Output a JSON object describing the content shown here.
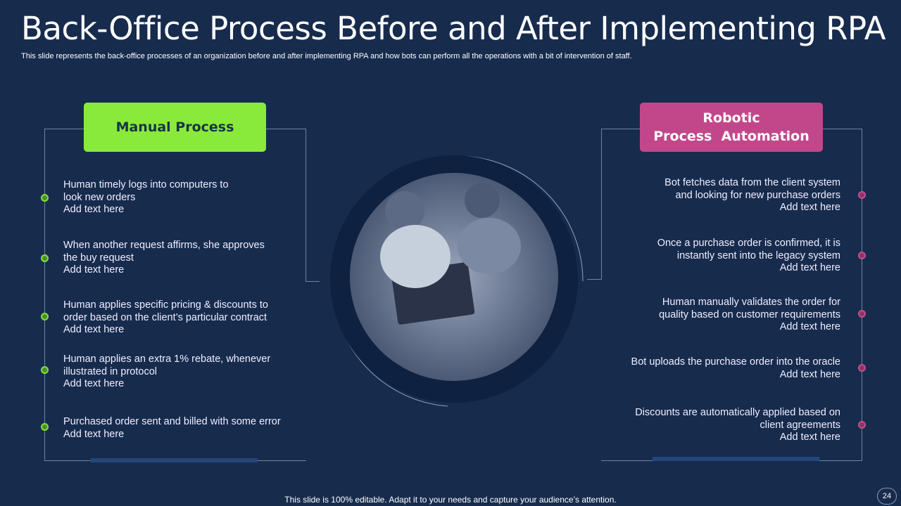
{
  "title": "Back-Office Process Before and After Implementing RPA",
  "subtitle": "This slide represents the back-office processes of an organization before and after implementing RPA and how bots can perform all the operations with a bit of intervention of staff.",
  "manual": {
    "header": "Manual Process",
    "items": [
      {
        "line1": "Human timely logs into computers to",
        "line2": "look new orders",
        "line3": "Add text here"
      },
      {
        "line1": "When another request affirms, she approves",
        "line2": "the buy request",
        "line3": "Add text here"
      },
      {
        "line1": "Human applies specific pricing & discounts to",
        "line2": "order based on the client’s particular contract",
        "line3": "Add text here"
      },
      {
        "line1": "Human applies an extra 1% rebate, whenever",
        "line2": "illustrated in protocol",
        "line3": "Add text here"
      },
      {
        "line1": "Purchased order sent and billed with some error",
        "line2": "",
        "line3": "Add text here"
      }
    ]
  },
  "rpa": {
    "header1": "Robotic",
    "header2": "Process  Automation",
    "items": [
      {
        "line1": "Bot fetches data from the client system",
        "line2": "and looking for new purchase orders",
        "line3": "Add text here"
      },
      {
        "line1": "Once a purchase order is confirmed, it is",
        "line2": "instantly sent into the legacy system",
        "line3": "Add text here"
      },
      {
        "line1": "Human manually validates the order for",
        "line2": "quality based on customer requirements",
        "line3": "Add text here"
      },
      {
        "line1": "Bot uploads the purchase order into the oracle",
        "line2": "",
        "line3": "Add text here"
      },
      {
        "line1": "Discounts are automatically applied based on",
        "line2": "client agreements",
        "line3": "Add text here"
      }
    ]
  },
  "footer": "This slide is 100% editable. Adapt it to your needs and capture your audience’s attention.",
  "page_number": "24",
  "colors": {
    "bg": "#172b4d",
    "green": "#8aea3c",
    "pink": "#c2478a"
  }
}
